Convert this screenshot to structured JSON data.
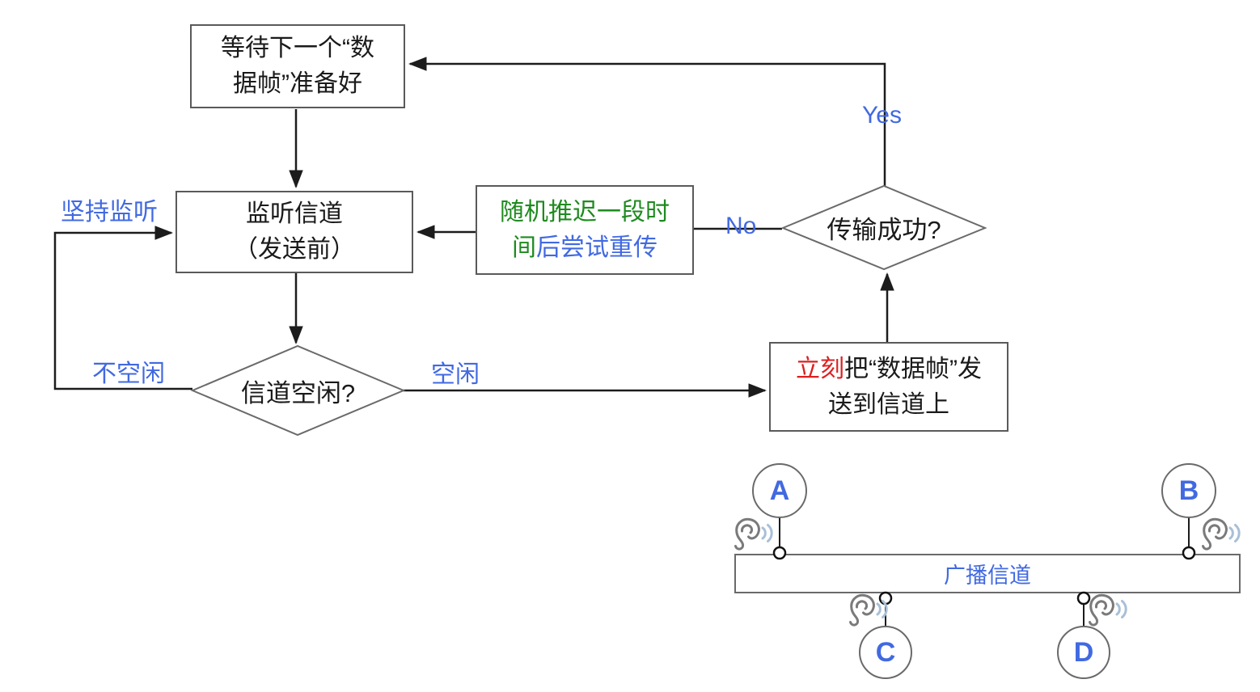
{
  "flowchart": {
    "wait_box": {
      "line1": "等待下一个“数",
      "line2": "据帧”准备好"
    },
    "listen_box": {
      "line1": "监听信道",
      "line2": "（发送前）"
    },
    "retry_box": {
      "line1_green": "随机推迟一段时",
      "line2_green": "间",
      "line2_blue": "后尝试重传"
    },
    "send_box": {
      "line1_red": "立刻",
      "line1_rest": "把“数据帧”发",
      "line2": "送到信道上"
    },
    "idle_diamond": "信道空闲?",
    "success_diamond": "传输成功?",
    "labels": {
      "persist_listen": "坚持监听",
      "not_idle": "不空闲",
      "idle": "空闲",
      "no": "No",
      "yes": "Yes"
    }
  },
  "network": {
    "channel_label": "广播信道",
    "nodes": [
      "A",
      "B",
      "C",
      "D"
    ],
    "icons": [
      "ear-icon",
      "ear-icon",
      "ear-icon",
      "ear-icon"
    ]
  },
  "colors": {
    "label_blue": "#4169e1",
    "text_green": "#1f8a1f",
    "text_red": "#dd1f1f",
    "text_black": "#1a1a1a",
    "box_border": "#5a5a5a",
    "shape_gray": "#6a6a6a",
    "line_black": "#1c1c1c",
    "sound_wave_blue": "#a8bfd8",
    "ear_gray": "#7a7a7a",
    "background": "#ffffff"
  }
}
